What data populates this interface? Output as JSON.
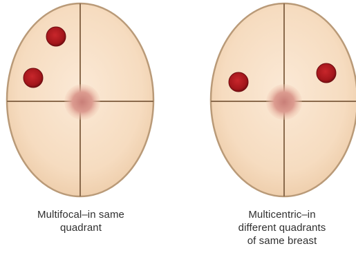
{
  "diagrams": [
    {
      "id": "multifocal",
      "caption_lines": [
        "Multifocal–in same",
        "quadrant"
      ],
      "lesion_count": 2
    },
    {
      "id": "multicentric",
      "caption_lines": [
        "Multicentric–in",
        "different quadrants",
        "of same breast"
      ],
      "lesion_count": 2
    }
  ],
  "colors": {
    "breast_fill": "#f6dcc0",
    "breast_outline": "#b99a78",
    "quadrant_lines": "#8a6a4c",
    "nipple": "#d9928a",
    "lesion": "#b81d22",
    "lesion_dark": "#6e0c10",
    "caption_text": "#2f2f2f"
  }
}
